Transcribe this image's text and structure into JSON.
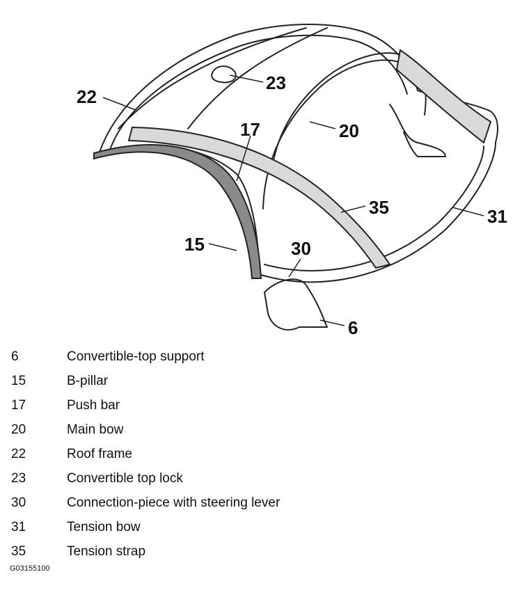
{
  "callouts": {
    "c6": "6",
    "c15": "15",
    "c17": "17",
    "c20": "20",
    "c22": "22",
    "c23": "23",
    "c30": "30",
    "c31": "31",
    "c35": "35"
  },
  "legend": [
    {
      "num": "6",
      "desc": "Convertible-top support"
    },
    {
      "num": "15",
      "desc": "B-pillar"
    },
    {
      "num": "17",
      "desc": "Push bar"
    },
    {
      "num": "20",
      "desc": "Main bow"
    },
    {
      "num": "22",
      "desc": "Roof frame"
    },
    {
      "num": "23",
      "desc": "Convertible top lock"
    },
    {
      "num": "30",
      "desc": "Connection-piece with steering lever"
    },
    {
      "num": "31",
      "desc": "Tension bow"
    },
    {
      "num": "35",
      "desc": "Tension strap"
    }
  ],
  "figure_id": "G03155100"
}
